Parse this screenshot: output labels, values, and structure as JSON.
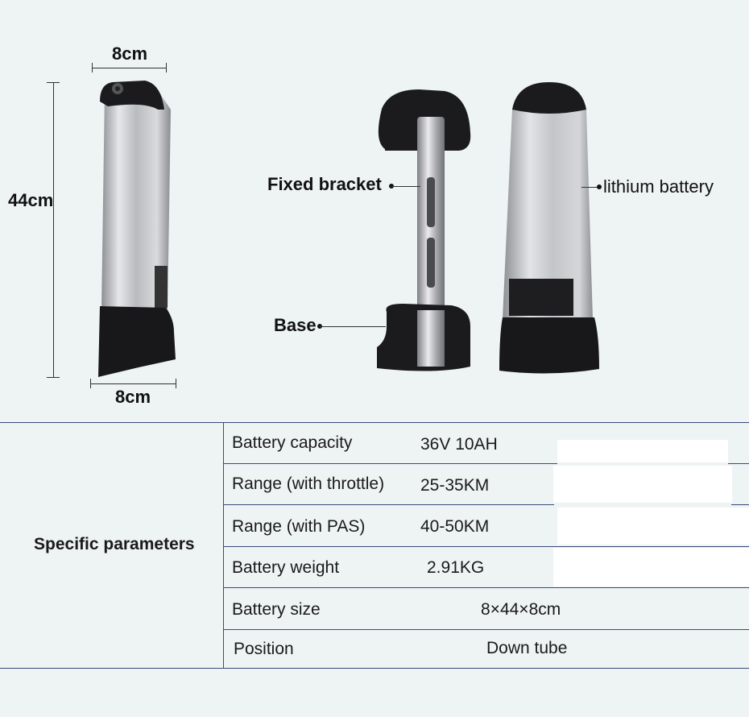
{
  "dimensions": {
    "top_width": "8cm",
    "height": "44cm",
    "bottom_width": "8cm"
  },
  "callouts": {
    "fixed_bracket": "Fixed bracket",
    "base": "Base",
    "lithium_battery": "lithium battery"
  },
  "table": {
    "section_label": "Specific parameters",
    "rows": [
      {
        "label": "Battery capacity",
        "value": "36V 10AH"
      },
      {
        "label": "Range (with throttle)",
        "value": "25-35KM"
      },
      {
        "label": "Range (with PAS)",
        "value": "40-50KM"
      },
      {
        "label": "Battery weight",
        "value": "2.91KG"
      },
      {
        "label": "Battery size",
        "value": "8×44×8cm"
      },
      {
        "label": "Position",
        "value": "Down tube"
      }
    ]
  }
}
